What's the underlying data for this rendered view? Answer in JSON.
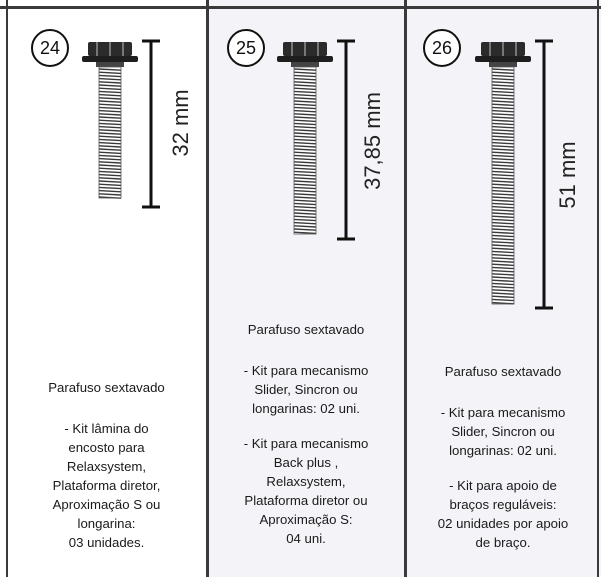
{
  "items": [
    {
      "number": "24",
      "dimension": "32 mm",
      "title": "Parafuso sextavado",
      "groups": [
        [
          "- Kit lâmina do",
          "encosto para",
          "Relaxsystem,",
          "Plataforma diretor,",
          "Aproximação S ou",
          "longarina:",
          "03 unidades."
        ]
      ]
    },
    {
      "number": "25",
      "dimension": "37,85 mm",
      "title": "Parafuso sextavado",
      "groups": [
        [
          "- Kit para mecanismo",
          "Slider, Sincron ou",
          "longarinas: 02 uni."
        ],
        [
          "- Kit para mecanismo",
          "Back plus ,",
          "Relaxsystem,",
          "Plataforma diretor ou",
          "Aproximação S:",
          "04 uni."
        ]
      ]
    },
    {
      "number": "26",
      "dimension": "51 mm",
      "title": "Parafuso sextavado",
      "groups": [
        [
          "- Kit para mecanismo",
          "Slider, Sincron ou",
          "longarinas: 02 uni."
        ],
        [
          "- Kit para apoio de",
          "braços reguláveis:",
          "02 unidades por apoio",
          "de braço."
        ]
      ]
    }
  ]
}
